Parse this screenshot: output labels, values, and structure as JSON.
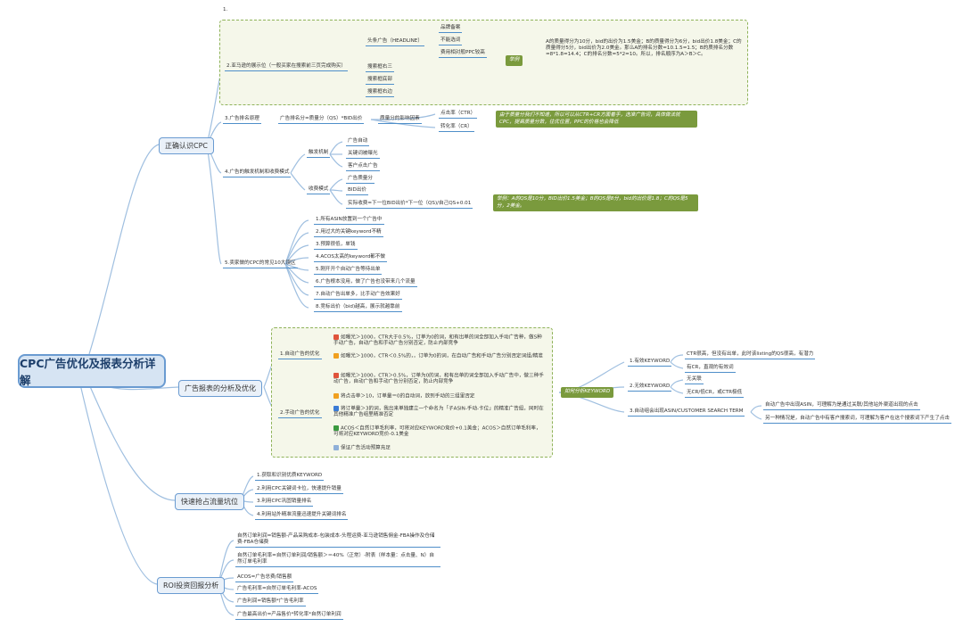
{
  "root": "CPC广告优化及报表分析详解",
  "top_note": "1.",
  "branches": {
    "b1": "正确认识CPC",
    "b2": "广告报表的分析及优化",
    "b3": "快速抢占流量坑位",
    "b4": "ROI投资回报分析"
  },
  "cpc": {
    "display": "2.亚马逊的展示位（一般买家在搜索前三页完成购买）",
    "headline": "头条广告（HEADLINE）",
    "headline_items": [
      "品牌备案",
      "不能选词",
      "费用相对般PPC较高"
    ],
    "search_items": [
      "搜索框右三",
      "搜索框底部",
      "搜索框右边"
    ],
    "example_label": "举例",
    "example_text": "A的质量得分为10分，bid的出价为1.5美金；B的质量得分为6分，bid出价1.8美金；C的质量得分5分，bid出价为2.0美金。那么A的排名分数=10.1.5=1.5；B的质排名分数=8*1.8=14.4；C的排名分数=5*2=10。所以，排名顺序为A＞B＞C。",
    "rank": "3.广告排名原理",
    "rank_formula": "广告排名分=质量分（QS）*BID出价",
    "qs_factors": "质量分的影响因素",
    "ctr": "点击率（CTR）",
    "cr": "转化率（CR）",
    "qs_note": "由于质量分我们不知道，所以可以从CTR+CR方面着手，选准广告词，具体做法就CPC，提高质量分数，往优位置，PPC的价格也会降低",
    "trigger": "4.广告的触发机制和收费模式",
    "trigger_mech": "触发机制",
    "trigger_items": [
      "广告自动",
      "关键词被曝光",
      "客户点击广告"
    ],
    "fee_mode": "收费模式",
    "fee_items": [
      "广告质量分",
      "BID出价",
      "实际收费=下一位BID出价*下一位（QS)/自己QS+0.01"
    ],
    "fee_example": "举例：A的QS是10分，BID出价1.5美金；B的QS是8分，bid的出价是1.8；C的QS是5分，2美金。",
    "mistakes": "5.卖家做的CPC的常见10大误区",
    "mistake_items": [
      "1.所有ASIN放置到一个广告中",
      "2.用过大的关键keyword不精",
      "3.预算很低，单钱",
      "4.ACOS太高的keyword都不做",
      "5.刚开开个自动广告等待出单",
      "6.广告根本没用，做了广告也没带来几个流量",
      "7.自动广告出单多，比手动广告效果好",
      "8.竞标出价（bid)越高，展示就越靠前"
    ]
  },
  "report": {
    "auto": "1.自动广告的优化",
    "manual": "2.手动广告的优化",
    "items": [
      "如曝光＞1000，CTR大于0.5%，订单为0的词，和有出单的词全部加入手动广告种，做S种手动广告，自动广告和手动广告分别否定，防止内部竞争",
      "如曝光＞1000，CTR＜0.5%的，，订单为0的词，在自动广告和手动广告分别否定词组/精准",
      "如曝光＞1000，CTR＞0.5%，订单为0的词，和有出单的词全部加入手动广告中，做三种手动广告，自动广告和手动广告分别否定，防止内部竞争",
      "将点击单＞10，订单量＝0的自动词，放到手动的三组里否定",
      "将订单量＞3的词，我出来单独建立一个命名为「子ASIN-手动-卡位」的精准广告组，同时在其他精准广告组里精准否定",
      "ACOS＜自然订单毛利率，可将对应KEYWORD竞价+0.1美金；ACOS＞自然订单毛利率，可将对应KEYWORD竞价-0.1美金",
      "保证广告活动预算充足"
    ],
    "analysis": "如何分析KEYWORD",
    "kw1": "1.有效KEYWORD",
    "kw1a": "CTR很高，但没有出单，此时该listing的QS很高，有潜力",
    "kw1b": "有CR，直观的有效词",
    "kw2": "2.无效KEYWORD",
    "kw2a": "无关联",
    "kw2b": "无CR/低CR，或CTR极低",
    "kw3": "3.自动组会出现ASIN/CUSTOMER SEARCH TERM",
    "kw3a": "自动广告中出现ASIN，可理解为是通过关联/其他站外渠道出现的点击",
    "kw3b": "另一种情况是，自动广告中有客户搜索词，可理解为客户在这个搜索词下产生了点击"
  },
  "traffic": [
    "1.获取和识别优质KEYWORD",
    "2.利用CPC关键词卡位，快速提升销量",
    "3.利用CPC巩固销量排名",
    "4.利用站外精准流量迅速提升关键词排名"
  ],
  "roi": [
    "自然订单利润=销售额-产品采购成本-包装成本-头程运费-亚马逊销售佣金-FBA操作及仓储费-FBA仓储费",
    "自然订单毛利率=自然订单利润/销售额＞＝40%（正常）-附表（样本量：点击量、N）自然订单毛利率",
    "ACOS=广告总费/销售额",
    "广告毛利率=自然订单毛利率-ACOS",
    "广告利润=销售额*广告毛利率",
    "广告最高出价=产品售价*转化率*自然订单利润"
  ],
  "colors": {
    "node_border": "#6a9bd1",
    "callout": "#7a9a3d",
    "box_border": "#8fb35a",
    "red": "#e0533b",
    "orange": "#f0a020",
    "blue": "#3a7bd5",
    "green": "#3a9a40"
  }
}
